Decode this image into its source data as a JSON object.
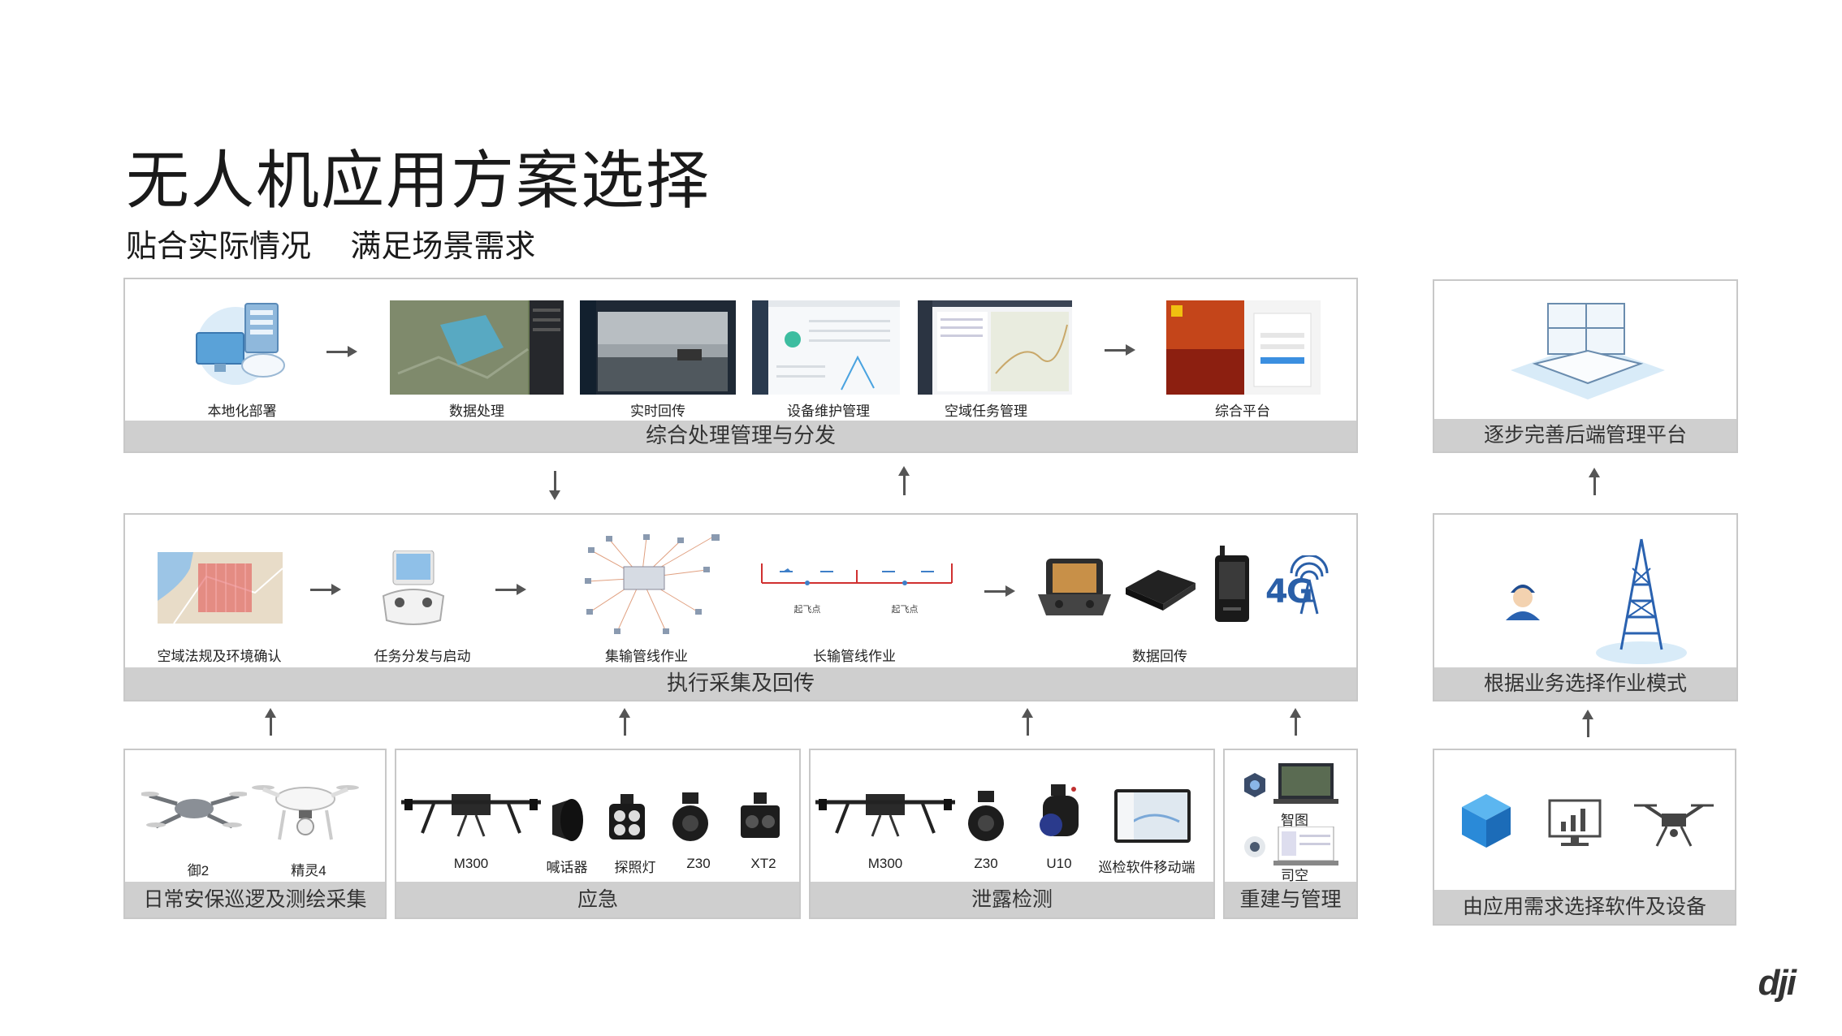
{
  "title": "无人机应用方案选择",
  "subtitle": "贴合实际情况    满足场景需求",
  "top_panel": {
    "bar_label": "综合处理管理与分发",
    "items": [
      "本地化部署",
      "数据处理",
      "实时回传",
      "设备维护管理",
      "空域任务管理",
      "综合平台"
    ]
  },
  "mid_panel": {
    "bar_label": "执行采集及回传",
    "items": [
      "空域法规及环境确认",
      "任务分发与启动",
      "集输管线作业",
      "长输管线作业",
      "数据回传"
    ],
    "pipeline_points": [
      "起飞点",
      "起飞点"
    ],
    "network_label": "4G"
  },
  "bottom_panels": [
    {
      "bar_label": "日常安保巡逻及测绘采集",
      "items": [
        "御2",
        "精灵4"
      ]
    },
    {
      "bar_label": "应急",
      "items": [
        "M300",
        "喊话器",
        "探照灯",
        "Z30",
        "XT2"
      ]
    },
    {
      "bar_label": "泄露检测",
      "items": [
        "M300",
        "Z30",
        "U10",
        "巡检软件移动端"
      ]
    },
    {
      "bar_label": "重建与管理",
      "items": [
        "智图",
        "司空"
      ]
    }
  ],
  "right_panels": {
    "top": "逐步完善后端管理平台",
    "middle": "根据业务选择作业模式",
    "bottom": "由应用需求选择软件及设备"
  },
  "brand": "dji"
}
